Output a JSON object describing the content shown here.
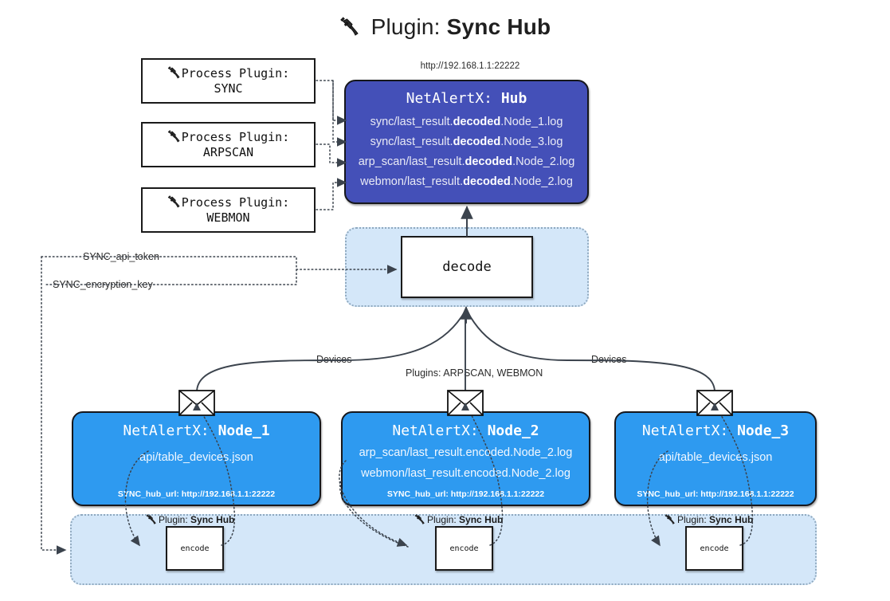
{
  "title": {
    "icon": "plug-icon",
    "label": "Plugin:",
    "value": "Sync Hub"
  },
  "hub": {
    "url": "http://192.168.1.1:22222",
    "name_prefix": "NetAlertX:",
    "name_value": "Hub",
    "lines": [
      {
        "pre": "sync/last_result.",
        "em": "decoded",
        "post": ".Node_1.log"
      },
      {
        "pre": "sync/last_result.",
        "em": "decoded",
        "post": ".Node_3.log"
      },
      {
        "pre": "arp_scan/last_result.",
        "em": "decoded",
        "post": ".Node_2.log"
      },
      {
        "pre": "webmon/last_result.",
        "em": "decoded",
        "post": ".Node_2.log"
      }
    ]
  },
  "process_plugins": [
    {
      "icon": "plug-icon",
      "line1": "Process Plugin:",
      "line2": "SYNC"
    },
    {
      "icon": "plug-icon",
      "line1": "Process Plugin:",
      "line2": "ARPSCAN"
    },
    {
      "icon": "plug-icon",
      "line1": "Process Plugin:",
      "line2": "WEBMON"
    }
  ],
  "decode": {
    "label": "decode"
  },
  "settings_edges": [
    {
      "label": "SYNC_api_token"
    },
    {
      "label": "SYNC_encryption_key"
    }
  ],
  "transport_labels": {
    "left": "Devices",
    "center": "Plugins: ARPSCAN, WEBMON",
    "right": "Devices"
  },
  "nodes": [
    {
      "name_prefix": "NetAlertX:",
      "name_value": "Node_1",
      "lines": [
        "api/table_devices.json"
      ],
      "hub_url": "SYNC_hub_url: http://192.168.1.1:22222"
    },
    {
      "name_prefix": "NetAlertX:",
      "name_value": "Node_2",
      "lines": [
        "arp_scan/last_result.encoded.Node_2.log",
        "webmon/last_result.encoded.Node_2.log"
      ],
      "hub_url": "SYNC_hub_url: http://192.168.1.1:22222"
    },
    {
      "name_prefix": "NetAlertX:",
      "name_value": "Node_3",
      "lines": [
        "api/table_devices.json"
      ],
      "hub_url": "SYNC_hub_url: http://192.168.1.1:22222"
    }
  ],
  "encoders": [
    {
      "caption_label": "Plugin:",
      "caption_value": "Sync Hub",
      "box_label": "encode",
      "icon": "plug-icon"
    },
    {
      "caption_label": "Plugin:",
      "caption_value": "Sync Hub",
      "box_label": "encode",
      "icon": "plug-icon"
    },
    {
      "caption_label": "Plugin:",
      "caption_value": "Sync Hub",
      "box_label": "encode",
      "icon": "plug-icon"
    }
  ],
  "colors": {
    "hub_fill": "#4450b8",
    "node_fill": "#2e9af0",
    "band_fill": "#d4e7f9",
    "band_border": "#8fa9bf",
    "edge": "#3b434d",
    "stroke": "#16171c"
  }
}
